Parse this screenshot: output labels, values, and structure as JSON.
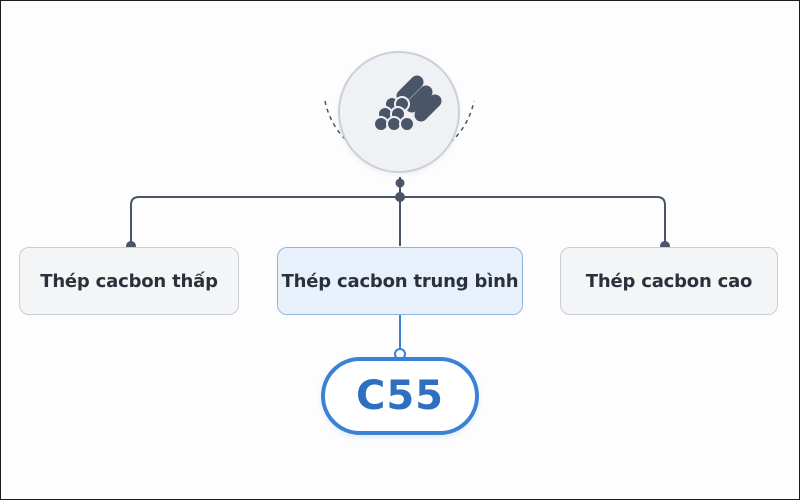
{
  "diagram": {
    "root_icon": "steel-pipes-icon",
    "categories": [
      {
        "label": "Thép cacbon thấp",
        "highlighted": false
      },
      {
        "label": "Thép cacbon trung bình",
        "highlighted": true
      },
      {
        "label": "Thép cacbon cao",
        "highlighted": false
      }
    ],
    "example": {
      "label": "C55",
      "parent": "Thép cacbon trung bình"
    }
  },
  "colors": {
    "connector": "#4a5568",
    "accent": "#3b82d4",
    "highlight_fill": "#e8f1fb",
    "node_fill": "#f4f5f7"
  }
}
